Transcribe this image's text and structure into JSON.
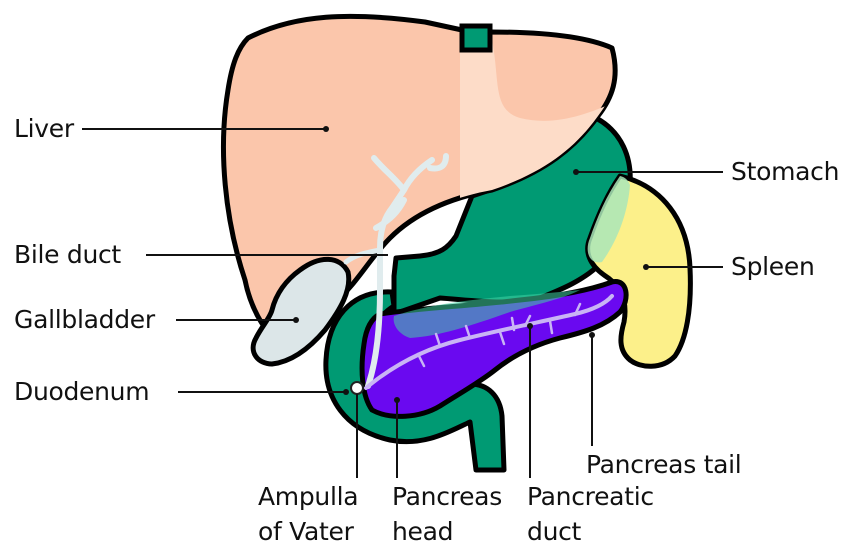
{
  "labels": {
    "liver": "Liver",
    "bile_duct": "Bile duct",
    "gallbladder": "Gallbladder",
    "duodenum": "Duodenum",
    "stomach": "Stomach",
    "spleen": "Spleen",
    "pancreas_tail": "Pancreas tail",
    "ampulla_line1": "Ampulla",
    "ampulla_line2": "of Vater",
    "pancreas_head_line1": "Pancreas",
    "pancreas_head_line2": "head",
    "pancreatic_duct_line1": "Pancreatic",
    "pancreatic_duct_line2": "duct"
  },
  "colors": {
    "liver": "#FBC6AB",
    "stomach": "#009A73",
    "spleen": "#FCF08A",
    "pancreas": "#6A09F0",
    "duodenum": "#009A73",
    "gallbladder": "#DCE6E8",
    "bile_duct": "#E0ECEE",
    "outline": "#000000"
  }
}
